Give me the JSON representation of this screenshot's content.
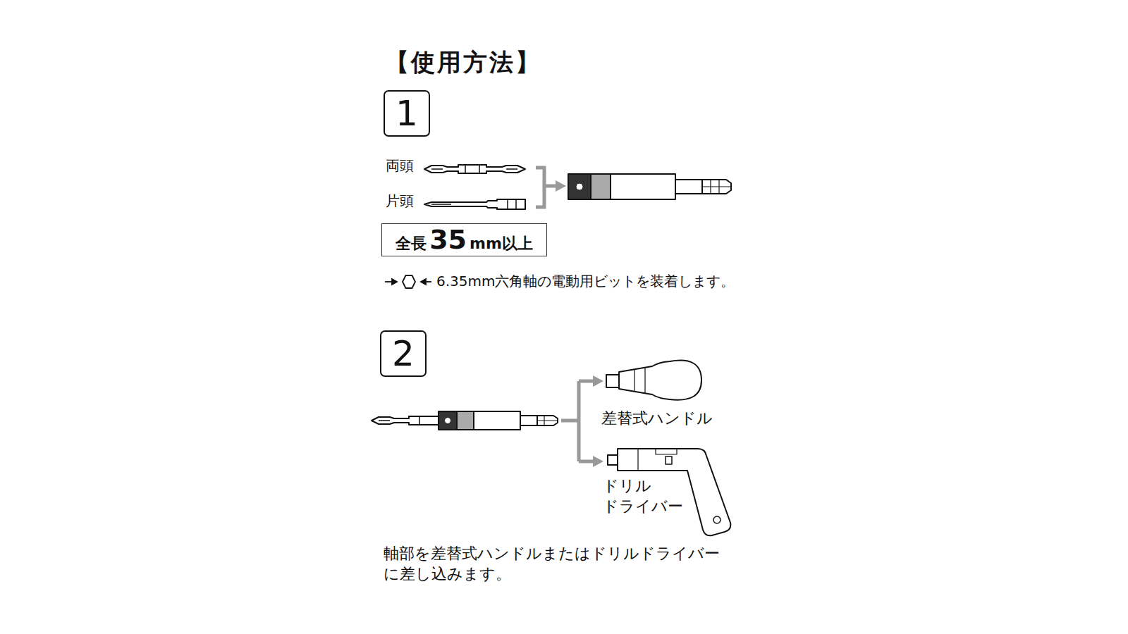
{
  "diagram": {
    "title": "【使用方法】",
    "nodes": [
      {
        "text": [
          "1"
        ]
      },
      {
        "text": [
          "全長",
          "35",
          "mm以上"
        ]
      },
      {
        "text": [
          "2"
        ]
      }
    ],
    "labels": [
      "両頭",
      "片頭",
      "6.35mm六角軸の電動用ビットを装着します。",
      "差替式ハンドル",
      "ドリル ドライバー",
      "軸部を差替式ハンドルまたはドリルドライバー に差し込みます。"
    ]
  }
}
